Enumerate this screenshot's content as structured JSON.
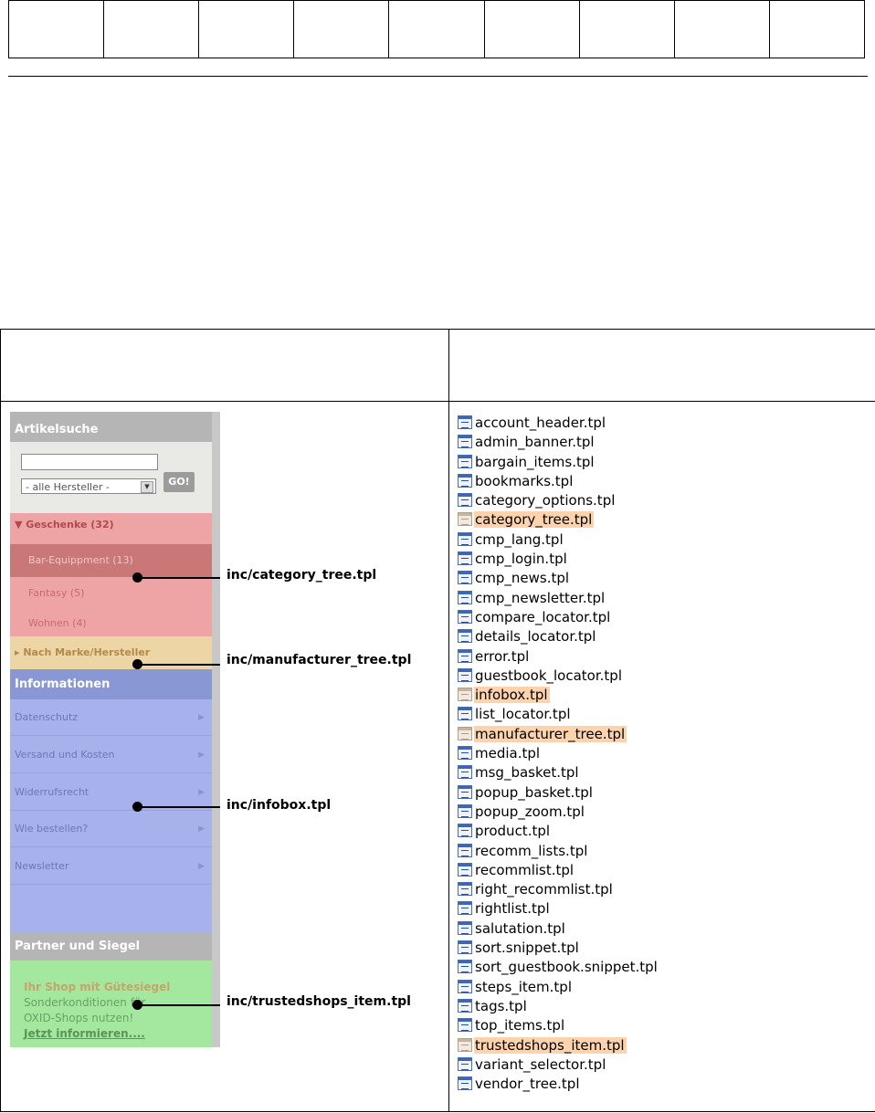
{
  "screenshot": {
    "search": {
      "title": "Artikelsuche",
      "select_value": "- alle Hersteller -",
      "go_label": "GO!"
    },
    "categories": {
      "header": "▼ Geschenke (32)",
      "items": [
        {
          "label": "Bar-Equippment (13)",
          "active": true
        },
        {
          "label": "Fantasy (5)",
          "active": false
        },
        {
          "label": "Wohnen (4)",
          "active": false
        }
      ]
    },
    "manufacturer": {
      "label": "▸ Nach Marke/Hersteller"
    },
    "info": {
      "title": "Informationen",
      "items": [
        "Datenschutz",
        "Versand und Kosten",
        "Widerrufsrecht",
        "Wie bestellen?",
        "Newsletter"
      ]
    },
    "partner": {
      "title": "Partner und Siegel",
      "line1": "Ihr Shop mit Gütesiegel",
      "line2": "Sonderkonditionen für",
      "line3": "OXID-Shops nutzen!",
      "link": "Jetzt informieren...."
    }
  },
  "callouts": [
    "inc/category_tree.tpl",
    "inc/manufacturer_tree.tpl",
    "inc/infobox.tpl",
    "inc/trustedshops_item.tpl"
  ],
  "files": [
    {
      "name": "account_header.tpl",
      "highlight": false
    },
    {
      "name": "admin_banner.tpl",
      "highlight": false
    },
    {
      "name": "bargain_items.tpl",
      "highlight": false
    },
    {
      "name": "bookmarks.tpl",
      "highlight": false
    },
    {
      "name": "category_options.tpl",
      "highlight": false
    },
    {
      "name": "category_tree.tpl",
      "highlight": true
    },
    {
      "name": "cmp_lang.tpl",
      "highlight": false
    },
    {
      "name": "cmp_login.tpl",
      "highlight": false
    },
    {
      "name": "cmp_news.tpl",
      "highlight": false
    },
    {
      "name": "cmp_newsletter.tpl",
      "highlight": false
    },
    {
      "name": "compare_locator.tpl",
      "highlight": false
    },
    {
      "name": "details_locator.tpl",
      "highlight": false
    },
    {
      "name": "error.tpl",
      "highlight": false
    },
    {
      "name": "guestbook_locator.tpl",
      "highlight": false
    },
    {
      "name": "infobox.tpl",
      "highlight": true
    },
    {
      "name": "list_locator.tpl",
      "highlight": false
    },
    {
      "name": "manufacturer_tree.tpl",
      "highlight": true
    },
    {
      "name": "media.tpl",
      "highlight": false
    },
    {
      "name": "msg_basket.tpl",
      "highlight": false
    },
    {
      "name": "popup_basket.tpl",
      "highlight": false
    },
    {
      "name": "popup_zoom.tpl",
      "highlight": false
    },
    {
      "name": "product.tpl",
      "highlight": false
    },
    {
      "name": "recomm_lists.tpl",
      "highlight": false
    },
    {
      "name": "recommlist.tpl",
      "highlight": false
    },
    {
      "name": "right_recommlist.tpl",
      "highlight": false
    },
    {
      "name": "rightlist.tpl",
      "highlight": false
    },
    {
      "name": "salutation.tpl",
      "highlight": false
    },
    {
      "name": "sort.snippet.tpl",
      "highlight": false
    },
    {
      "name": "sort_guestbook.snippet.tpl",
      "highlight": false
    },
    {
      "name": "steps_item.tpl",
      "highlight": false
    },
    {
      "name": "tags.tpl",
      "highlight": false
    },
    {
      "name": "top_items.tpl",
      "highlight": false
    },
    {
      "name": "trustedshops_item.tpl",
      "highlight": true
    },
    {
      "name": "variant_selector.tpl",
      "highlight": false
    },
    {
      "name": "vendor_tree.tpl",
      "highlight": false
    }
  ]
}
